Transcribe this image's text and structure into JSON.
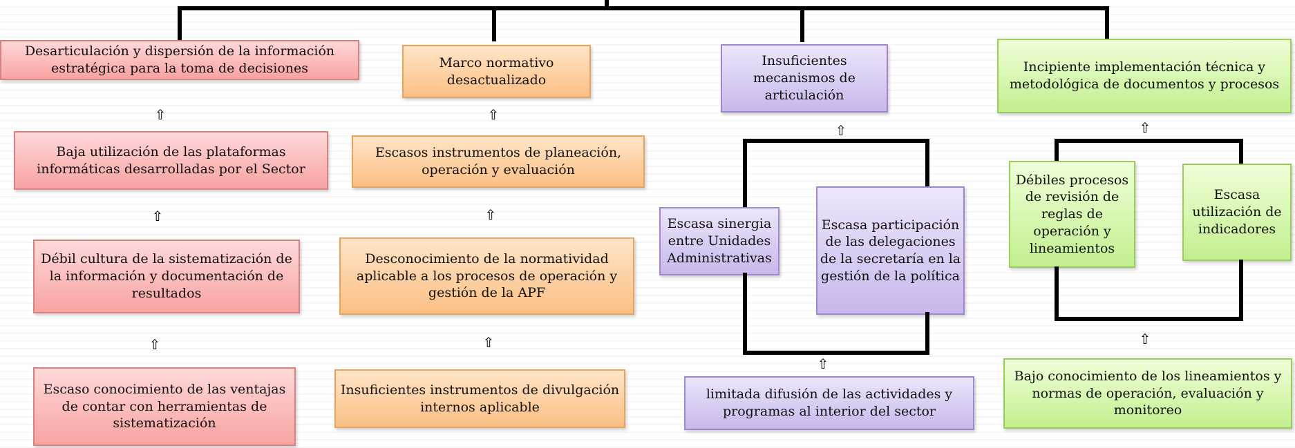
{
  "col1": {
    "box1": "Desarticulación y dispersión de la información estratégica para la toma de decisiones",
    "box2": "Baja utilización de las plataformas informáticas desarrolladas por el Sector",
    "box3": "Débil cultura de la sistematización de la información y documentación de resultados",
    "box4": "Escaso conocimiento de las ventajas de contar con herramientas de sistematización"
  },
  "col2": {
    "box1": "Marco normativo desactualizado",
    "box2": "Escasos instrumentos de planeación, operación y evaluación",
    "box3": "Desconocimiento de la normatividad aplicable a los procesos de operación y gestión de la APF",
    "box4": "Insuficientes instrumentos de divulgación internos aplicable"
  },
  "col3": {
    "box1": "Insuficientes mecanismos de articulación",
    "box2a": "Escasa sinergia entre Unidades Administrativas",
    "box2b": "Escasa participación de las delegaciones de la secretaría en la gestión de la política",
    "box3": "limitada difusión de las actividades y programas al interior del sector"
  },
  "col4": {
    "box1": "Incipiente implementación técnica y metodológica de documentos y procesos",
    "box2a": "Débiles procesos de revisión de reglas de operación y lineamientos",
    "box2b": "Escasa utilización de indicadores",
    "box3": "Bajo conocimiento de los lineamientos y normas de operación, evaluación y monitoreo"
  },
  "arrow_glyph": "⇧",
  "colors": {
    "red": "#f8a3a3",
    "orange": "#fbbf84",
    "purple": "#c9b8ec",
    "green": "#c3ef8f",
    "connector": "#000000"
  }
}
